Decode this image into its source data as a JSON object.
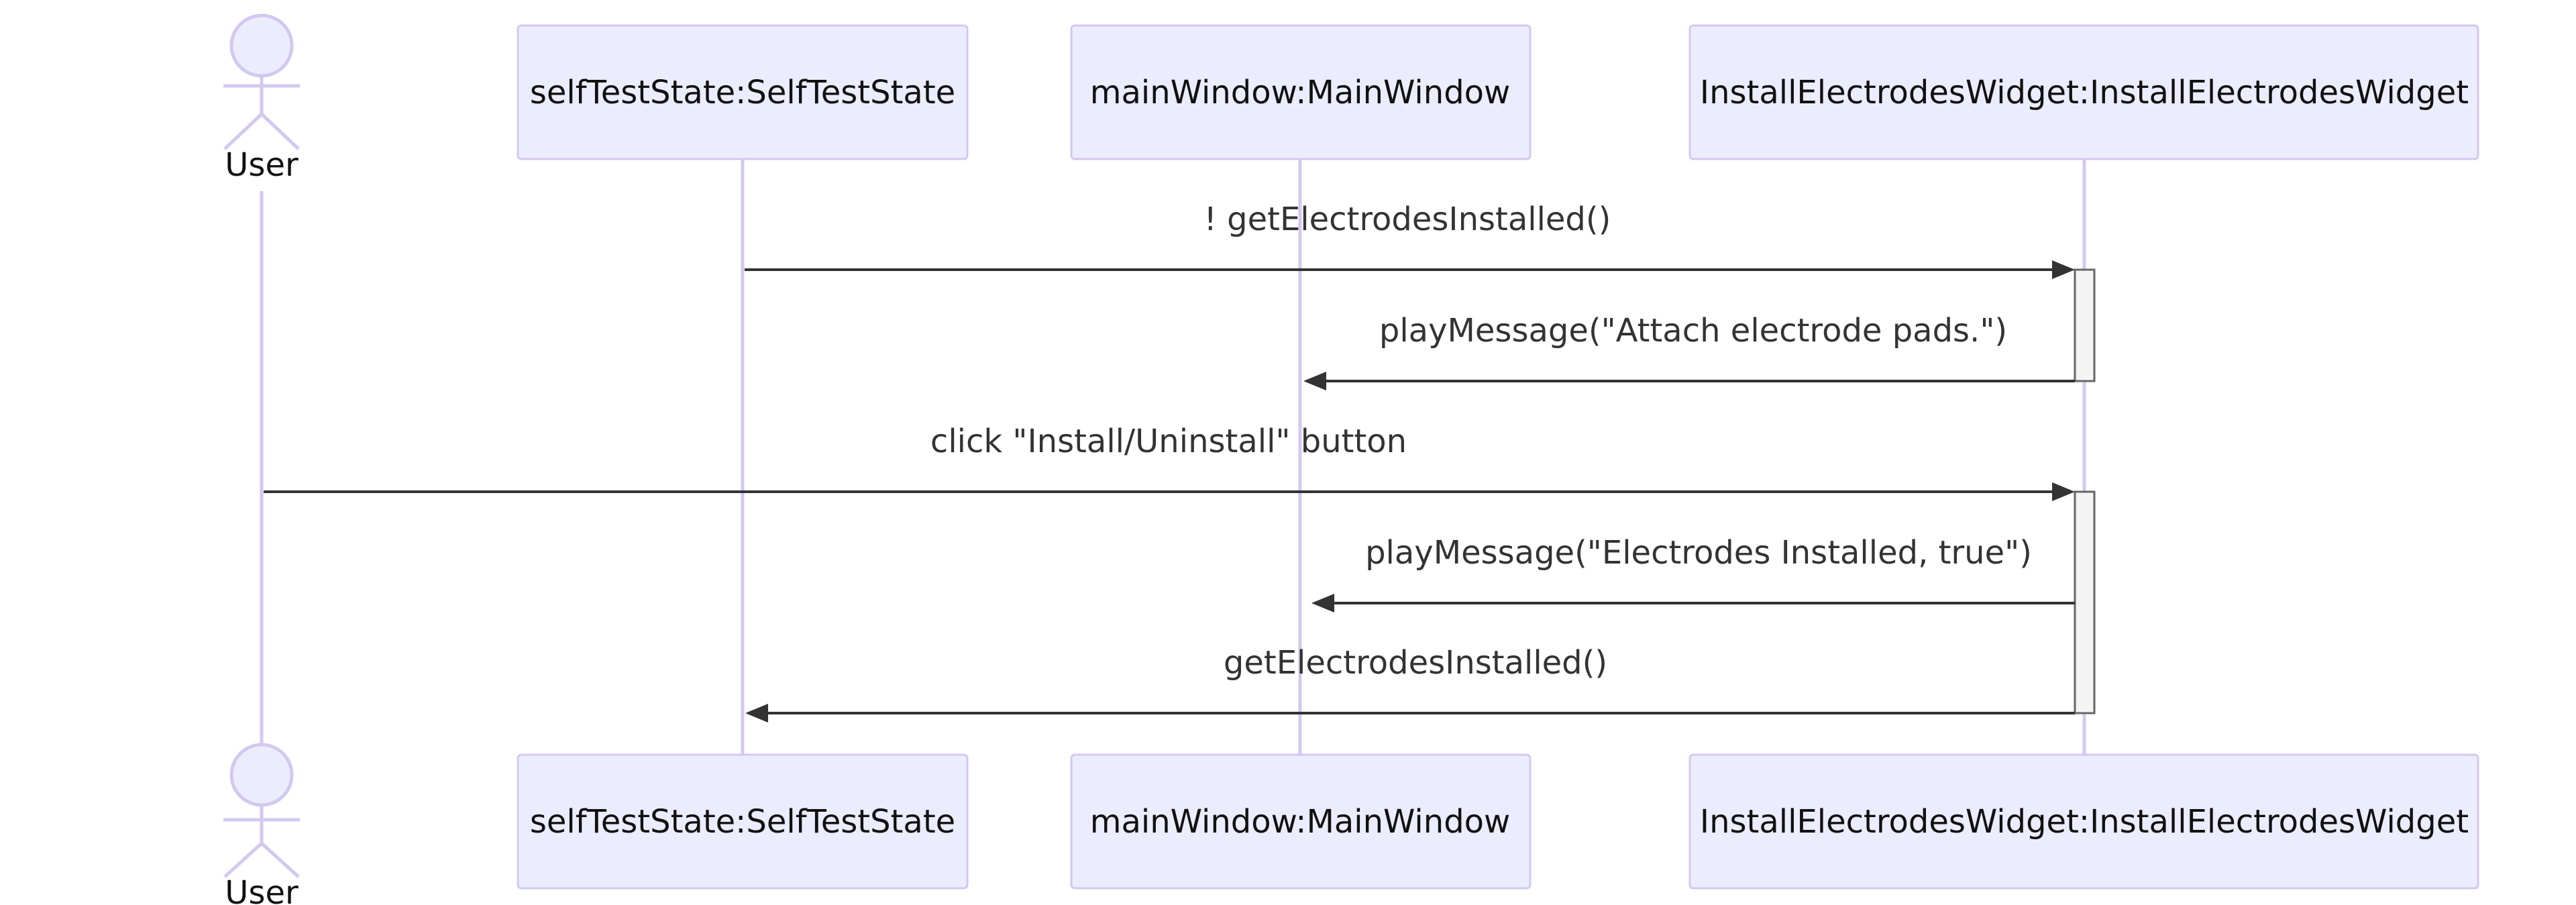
{
  "participants": [
    {
      "id": "user",
      "kind": "actor",
      "label": "User"
    },
    {
      "id": "selfTestState",
      "kind": "box",
      "label": "selfTestState:SelfTestState"
    },
    {
      "id": "mainWindow",
      "kind": "box",
      "label": "mainWindow:MainWindow"
    },
    {
      "id": "installElectrodesWidget",
      "kind": "box",
      "label": "InstallElectrodesWidget:InstallElectrodesWidget"
    }
  ],
  "messages": [
    {
      "from": "selfTestState",
      "to": "installElectrodesWidget",
      "label": "! getElectrodesInstalled()"
    },
    {
      "from": "installElectrodesWidget",
      "to": "mainWindow",
      "label": "playMessage(\"Attach electrode pads.\")"
    },
    {
      "from": "user",
      "to": "installElectrodesWidget",
      "label": "click \"Install/Uninstall\" button"
    },
    {
      "from": "installElectrodesWidget",
      "to": "mainWindow",
      "label": "playMessage(\"Electrodes Installed, true\")"
    },
    {
      "from": "installElectrodesWidget",
      "to": "selfTestState",
      "label": "getElectrodesInstalled()"
    }
  ],
  "colors": {
    "participant_fill": "#ececff",
    "participant_border": "#d3c8ef",
    "lifeline": "#d3c8ef",
    "message_line": "#333333",
    "activation_fill": "#f4f4f4",
    "activation_border": "#666666"
  }
}
